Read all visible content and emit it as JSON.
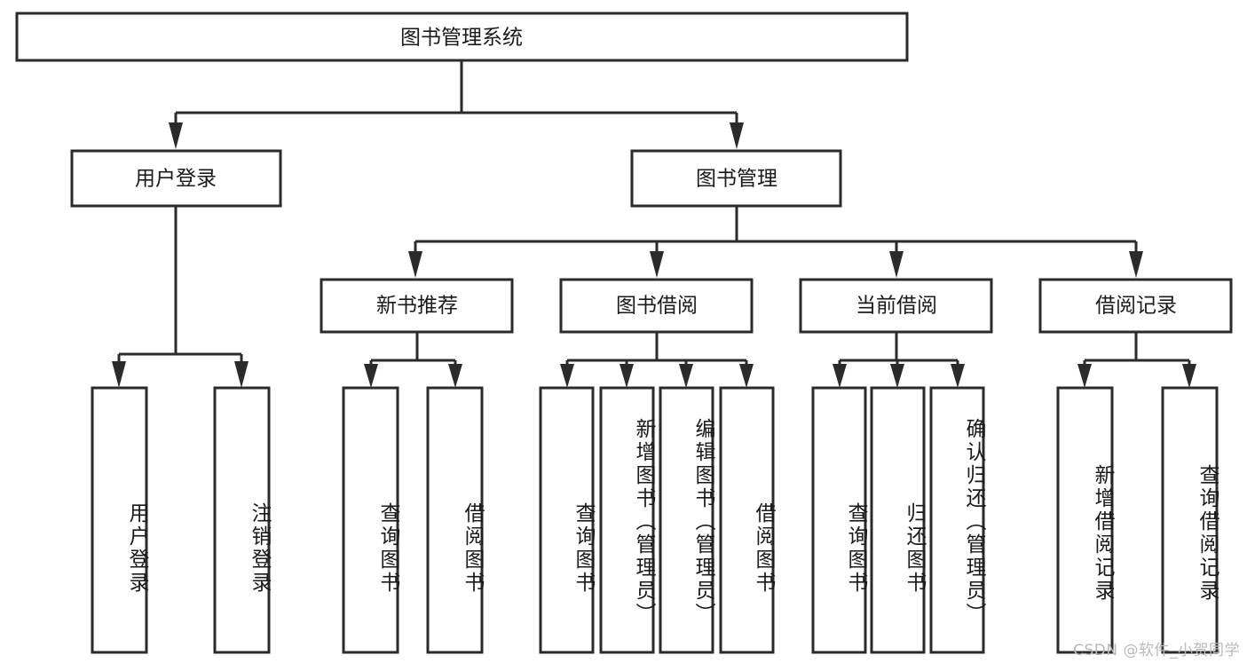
{
  "diagram": {
    "title": "图书管理系统",
    "type": "tree-hierarchy-diagram",
    "colors": {
      "box_stroke": "#2b2b2b",
      "box_fill": "#ffffff",
      "text": "#1a1a1a",
      "background": "#ffffff",
      "watermark": "#b9b9b9"
    },
    "root": {
      "label": "图书管理系统"
    },
    "level2": [
      {
        "label": "用户登录"
      },
      {
        "label": "图书管理"
      }
    ],
    "level3": [
      {
        "label": "新书推荐"
      },
      {
        "label": "图书借阅"
      },
      {
        "label": "当前借阅"
      },
      {
        "label": "借阅记录"
      }
    ],
    "leaves": {
      "user_login": [
        {
          "label": "用户登录"
        },
        {
          "label": "注销登录"
        }
      ],
      "new_book_recommend": [
        {
          "label": "查询图书"
        },
        {
          "label": "借阅图书"
        }
      ],
      "book_borrow": [
        {
          "label": "查询图书"
        },
        {
          "label": "新增图书（管理员）"
        },
        {
          "label": "编辑图书（管理员）"
        },
        {
          "label": "借阅图书"
        }
      ],
      "current_borrow": [
        {
          "label": "查询图书"
        },
        {
          "label": "归还图书"
        },
        {
          "label": "确认归还（管理员）"
        }
      ],
      "borrow_record": [
        {
          "label": "新增借阅记录"
        },
        {
          "label": "查询借阅记录"
        }
      ]
    }
  },
  "watermark": {
    "text": "CSDN @软件_小贺同学"
  }
}
